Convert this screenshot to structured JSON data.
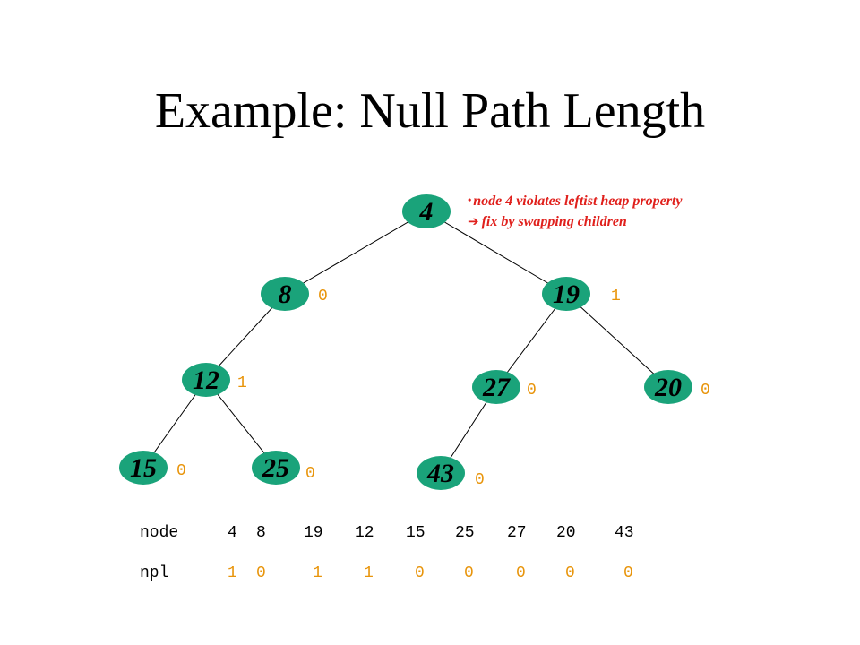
{
  "title": "Example: Null Path Length",
  "colors": {
    "node_fill": "#1aa37a",
    "node_text": "#000000",
    "npl_text": "#e8940a",
    "note_text": "#e0201c",
    "edge": "#000000"
  },
  "tree": {
    "nodes": [
      {
        "id": "n4",
        "value": "4",
        "npl": ""
      },
      {
        "id": "n8",
        "value": "8",
        "npl": "0"
      },
      {
        "id": "n19",
        "value": "19",
        "npl": "1"
      },
      {
        "id": "n12",
        "value": "12",
        "npl": "1"
      },
      {
        "id": "n27",
        "value": "27",
        "npl": "0"
      },
      {
        "id": "n20",
        "value": "20",
        "npl": "0"
      },
      {
        "id": "n15",
        "value": "15",
        "npl": "0"
      },
      {
        "id": "n25",
        "value": "25",
        "npl": "0"
      },
      {
        "id": "n43",
        "value": "43",
        "npl": "0"
      }
    ],
    "edges": [
      [
        "n4",
        "n8"
      ],
      [
        "n4",
        "n19"
      ],
      [
        "n8",
        "n12"
      ],
      [
        "n19",
        "n27"
      ],
      [
        "n19",
        "n20"
      ],
      [
        "n12",
        "n15"
      ],
      [
        "n12",
        "n25"
      ],
      [
        "n27",
        "n43"
      ]
    ]
  },
  "note": {
    "bullet": "•",
    "line1": "node 4 violates leftist heap property",
    "arrow": "arrow-right-icon",
    "line2": "fix by swapping children"
  },
  "table": {
    "node_header": "node",
    "npl_header": "npl",
    "nodes": [
      "4",
      "8",
      "19",
      "12",
      "15",
      "25",
      "27",
      "20",
      "43"
    ],
    "npl": [
      "1",
      "0",
      "1",
      "1",
      "0",
      "0",
      "0",
      "0",
      "0"
    ]
  }
}
